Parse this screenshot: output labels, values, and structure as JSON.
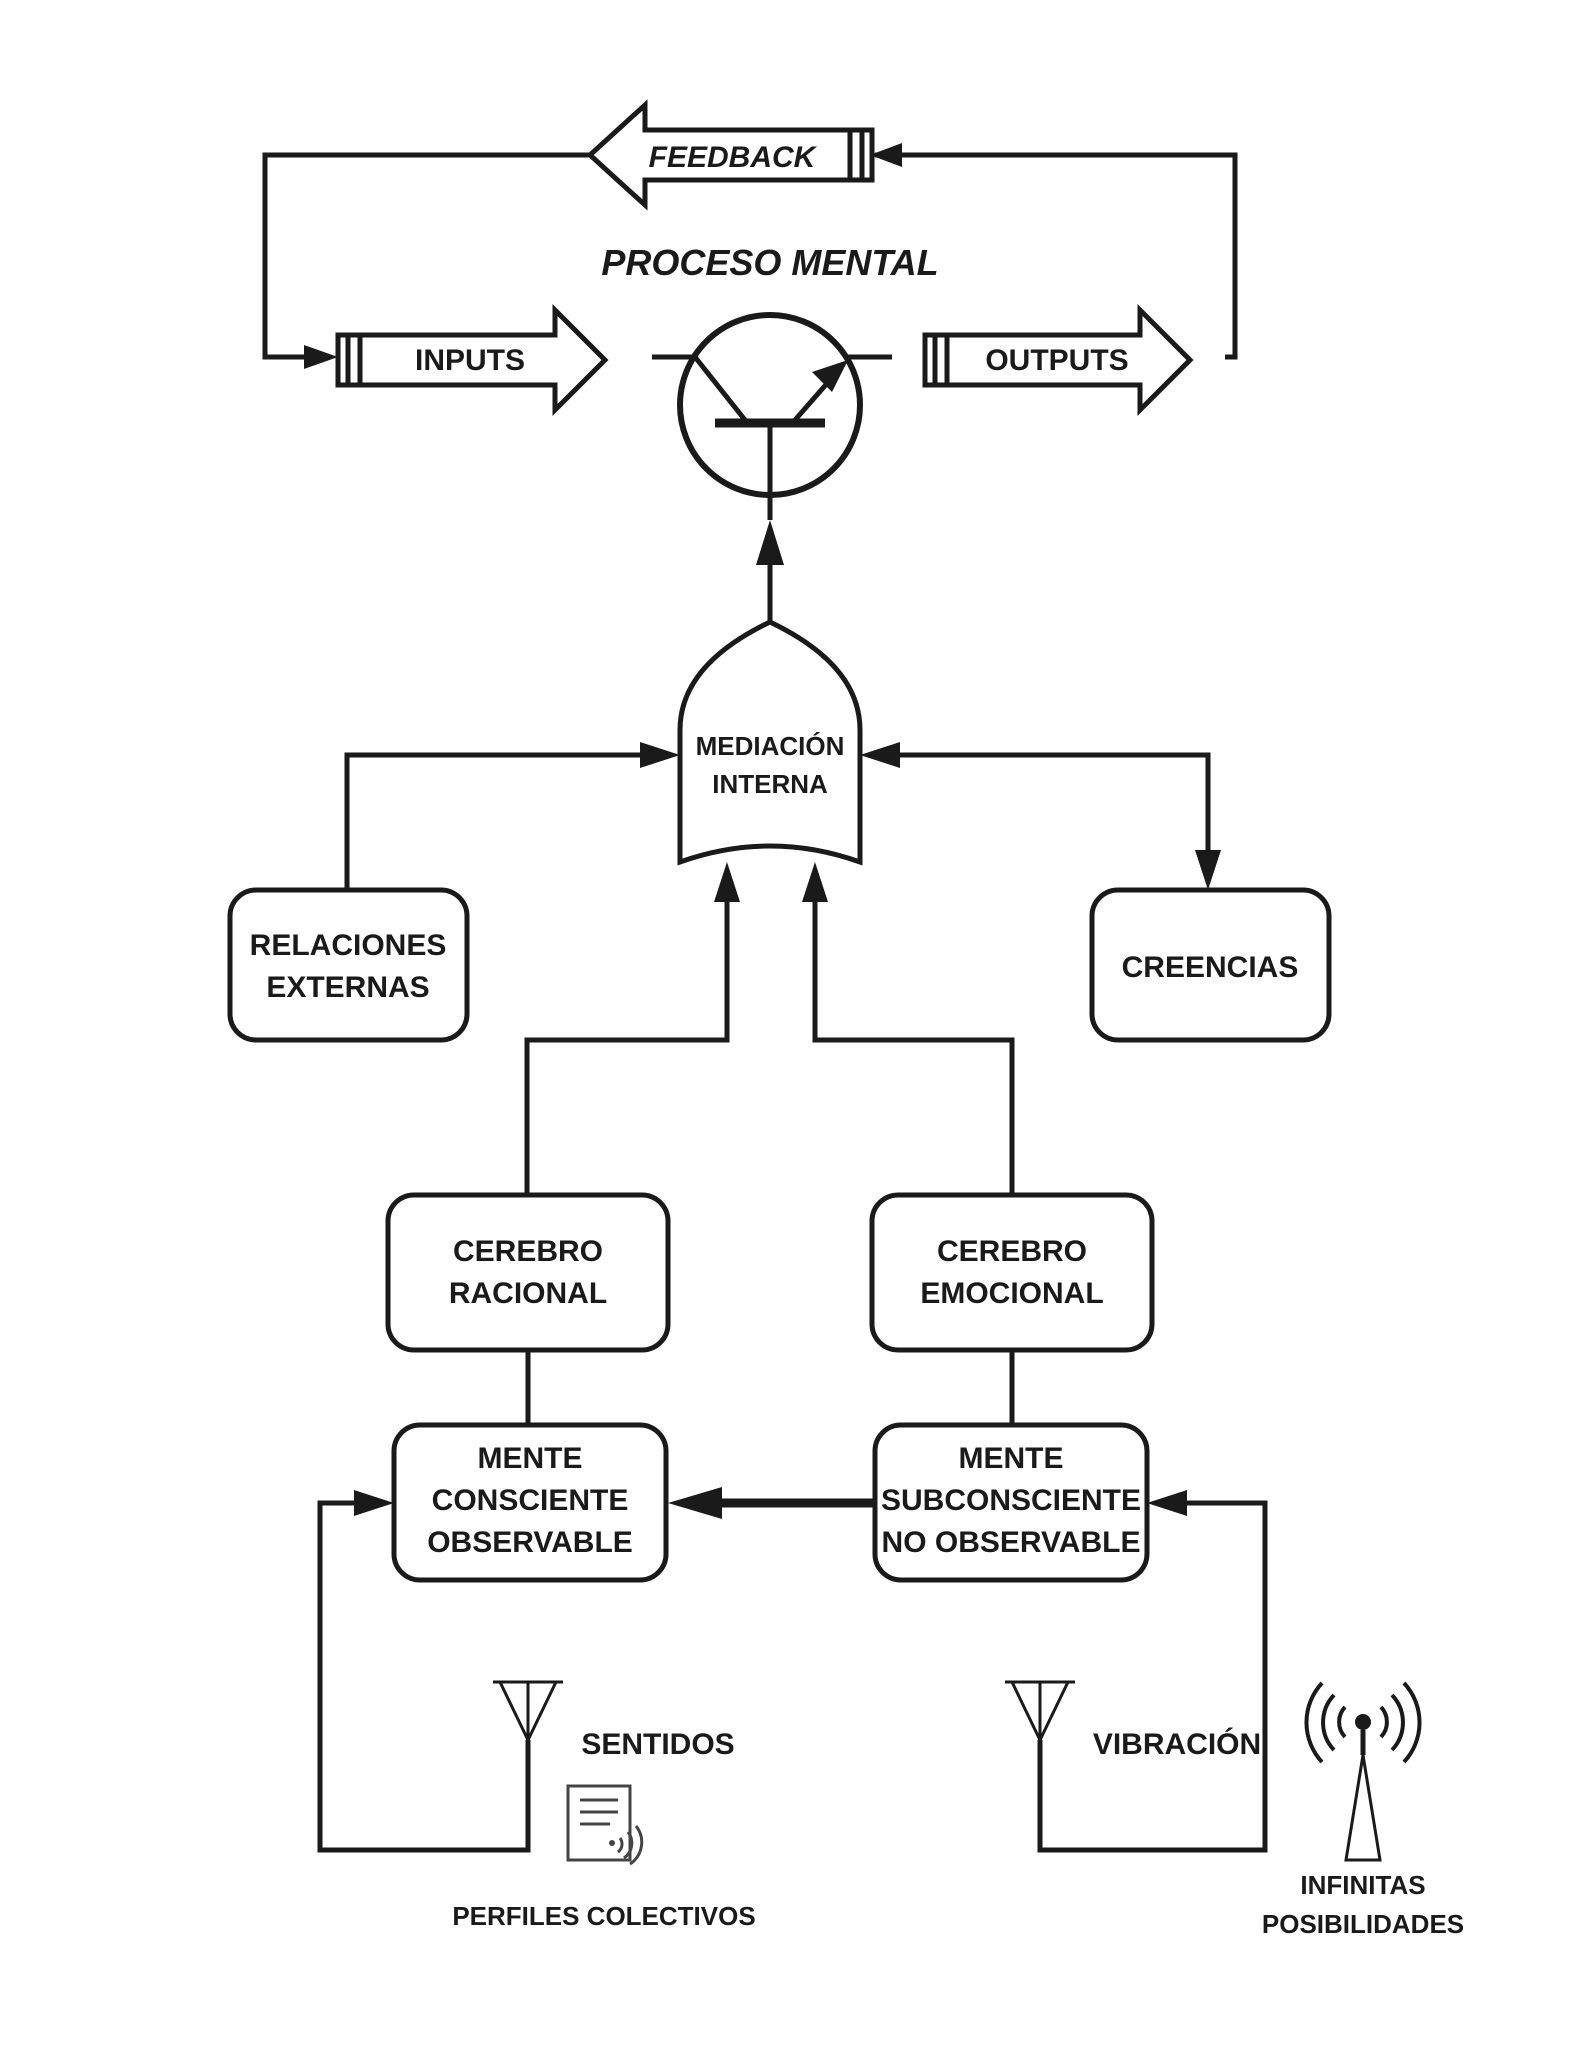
{
  "title": "PROCESO MENTAL",
  "feedback_label": "FEEDBACK",
  "inputs_label": "INPUTS",
  "outputs_label": "OUTPUTS",
  "mediacion": {
    "line1": "MEDIACIÓN",
    "line2": "INTERNA"
  },
  "relaciones": {
    "line1": "RELACIONES",
    "line2": "EXTERNAS"
  },
  "creencias": "CREENCIAS",
  "cerebro_racional": {
    "line1": "CEREBRO",
    "line2": "RACIONAL"
  },
  "cerebro_emocional": {
    "line1": "CEREBRO",
    "line2": "EMOCIONAL"
  },
  "mente_consciente": {
    "line1": "MENTE",
    "line2": "CONSCIENTE",
    "line3": "OBSERVABLE"
  },
  "mente_subconsciente": {
    "line1": "MENTE",
    "line2": "SUBCONSCIENTE",
    "line3": "NO OBSERVABLE"
  },
  "sentidos": "SENTIDOS",
  "vibracion": "VIBRACIÓN",
  "perfiles": "PERFILES COLECTIVOS",
  "infinitas": {
    "line1": "INFINITAS",
    "line2": "POSIBILIDADES"
  },
  "colors": {
    "ink": "#1a1a1a",
    "background": "#ffffff"
  },
  "icons": [
    "transistor-icon",
    "or-gate-shape",
    "antenna-icon",
    "document-signal-icon",
    "broadcast-tower-icon"
  ]
}
